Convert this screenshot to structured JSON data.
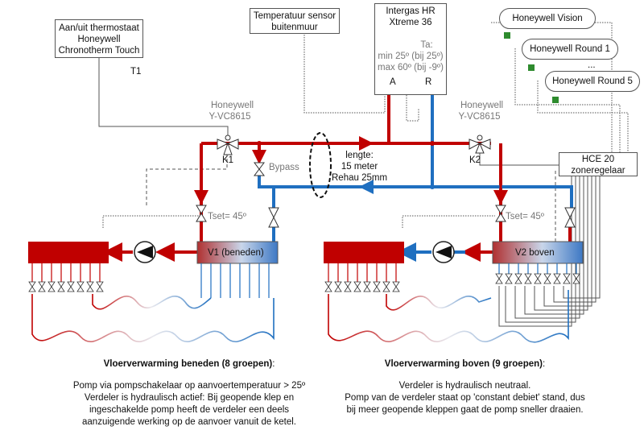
{
  "thermostat": {
    "l1": "Aan/uit thermostaat",
    "l2": "Honeywell",
    "l3": "Chronotherm Touch",
    "tag": "T1"
  },
  "sensor": {
    "l1": "Temperatuur sensor",
    "l2": "buitenmuur"
  },
  "boiler": {
    "l1": "Intergas HR",
    "l2": "Xtreme 36",
    "ta": "Ta:",
    "min": "min 25º (bij 25º)",
    "max": "max 60º (bij -9º)",
    "a": "A",
    "r": "R"
  },
  "valve_left": {
    "l1": "Honeywell",
    "l2": "Y-VC8615",
    "tag": "K1"
  },
  "valve_right": {
    "l1": "Honeywell",
    "l2": "Y-VC8615",
    "tag": "K2"
  },
  "bypass": "Bypass",
  "pipe_note": {
    "l1": "lengte:",
    "l2": "15 meter",
    "l3": "Rehau 25mm"
  },
  "zones": {
    "vision": "Honeywell Vision",
    "round1": "Honeywell Round 1",
    "dots": "...",
    "round5": "Honeywell Round 5"
  },
  "hce": {
    "l1": "HCE 20",
    "l2": "zoneregelaar"
  },
  "tset_left": "Tset= 45º",
  "tset_right": "Tset= 45º",
  "manifold_left": "V1 (beneden)",
  "manifold_right": "V2 boven",
  "caption_left": {
    "title": "Vloerverwarming beneden (8 groepen)",
    "l1": "Pomp via pompschakelaar op aanvoertemperatuur > 25º",
    "l2": "Verdeler is hydraulisch actief: Bij geopende klep en",
    "l3": "ingeschakelde pomp heeft de verdeler een deels",
    "l4": "aanzuigende werking op de aanvoer vanuit de ketel."
  },
  "caption_right": {
    "title": "Vloerverwarming boven (9 groepen)",
    "l1": "Verdeler is hydraulisch neutraal.",
    "l2": "Pomp van de verdeler staat op 'constant debiet' stand, dus",
    "l3": "bij meer geopende kleppen gaat de pomp sneller draaien."
  },
  "colors": {
    "hot": "#c00000",
    "cold": "#1f6fc0",
    "wire": "#555555"
  }
}
